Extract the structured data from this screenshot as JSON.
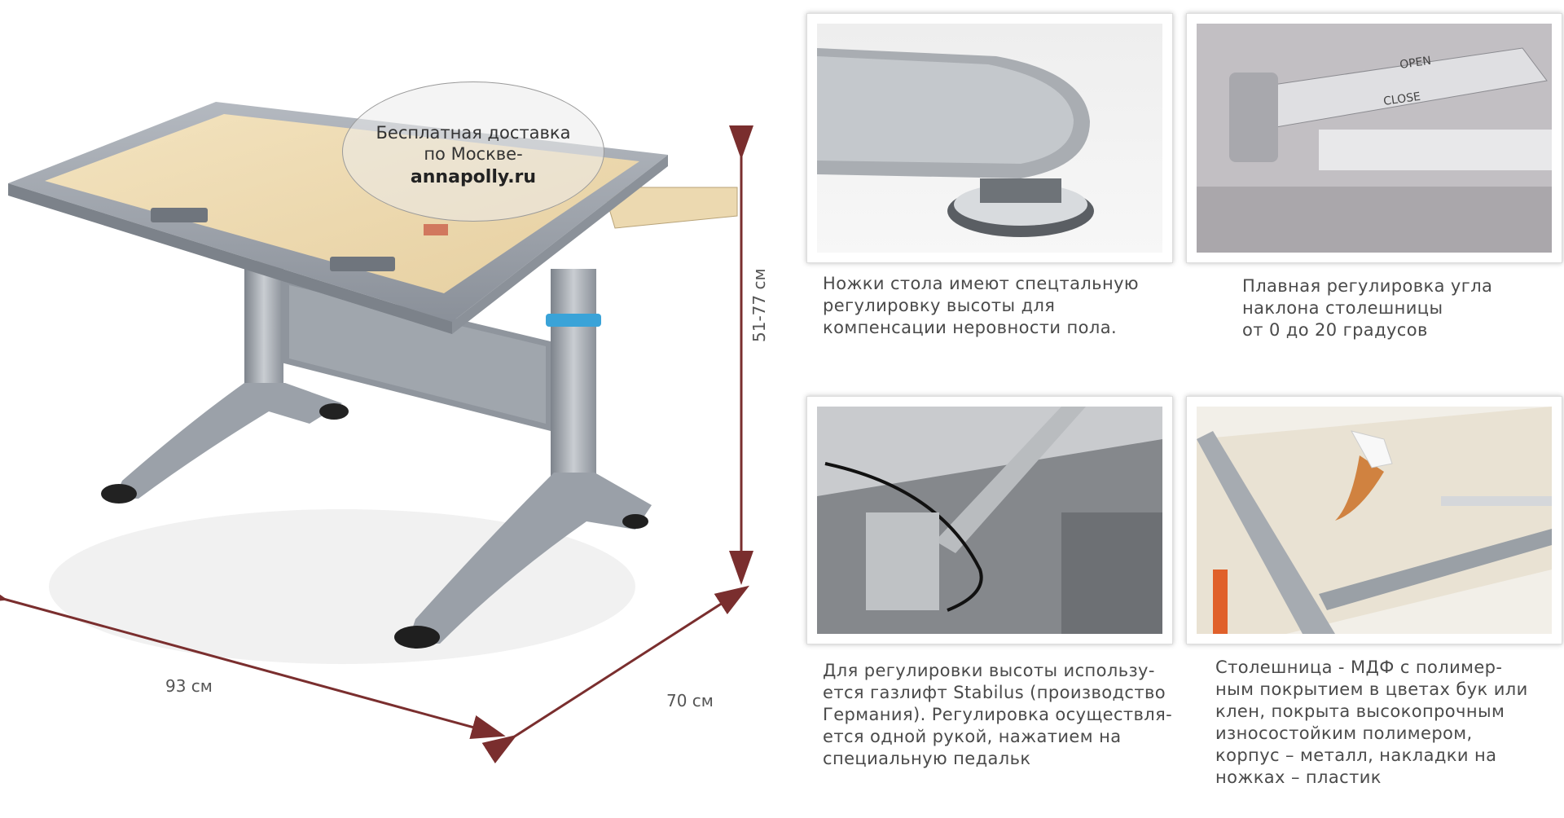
{
  "promo": {
    "line1": "Бесплатная доставка",
    "line2": "по Москве-",
    "site": "annapolly.ru"
  },
  "dimensions": {
    "width": "93 см",
    "depth": "70 см",
    "height": "51-77 см"
  },
  "captions": {
    "feet": "Ножки стола имеют спецтальную\nрегулировку высоты для\nкомпенсации неровности пола.",
    "tilt": "Плавная регулировка угла\nнаклона столешницы\nот 0 до 20 градусов",
    "gaslift": "Для регулировки высоты использу-\nется газлифт Stabilus (производство\nГермания). Регулировка осуществля-\nется одной рукой, нажатием на\nспециальную педальк",
    "tabletop": "Столешница - МДФ с полимер-\nным покрытием в цветах бук или\nклен, покрыта высокопрочным\nизносостойким полимером,\nкорпус – металл, накладки на\nножках – пластик"
  },
  "lever_labels": {
    "open": "OPEN",
    "close": "CLOSE"
  },
  "colors": {
    "arrow": "#7a2e2e",
    "desk_frame": "#9aa0a8",
    "desk_top": "#ecd9b0",
    "accent_blue": "#3aa3d8"
  }
}
